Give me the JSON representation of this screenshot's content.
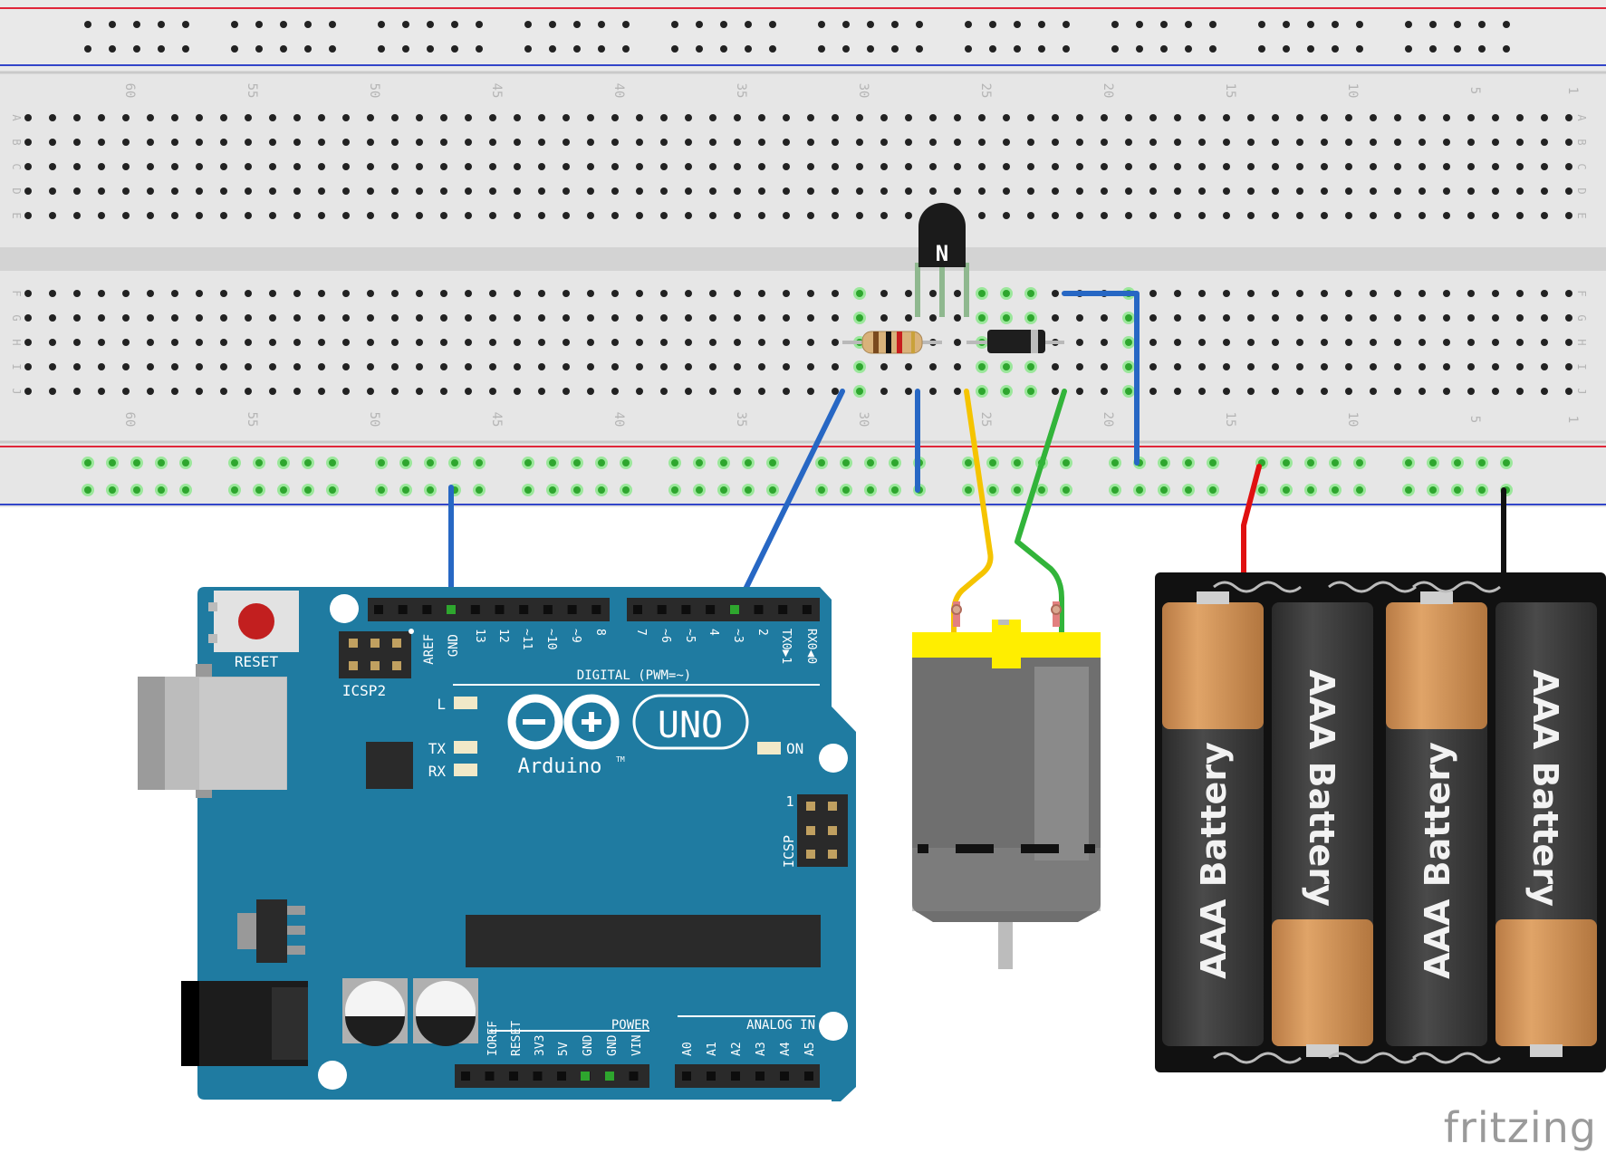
{
  "breadboard": {
    "column_numbers": [
      "60",
      "55",
      "50",
      "45",
      "40",
      "35",
      "30",
      "25",
      "20",
      "15",
      "10",
      "5",
      "1"
    ],
    "row_letters_top": [
      "A",
      "B",
      "C",
      "D",
      "E"
    ],
    "row_letters_bottom": [
      "F",
      "G",
      "H",
      "I",
      "J"
    ]
  },
  "transistor": {
    "marking": "N"
  },
  "arduino": {
    "reset_label": "RESET",
    "icsp2_label": "ICSP2",
    "icsp_label": "ICSP",
    "icsp_pin1": "1",
    "aref": "AREF",
    "gnd_top": "GND",
    "digital_pins": [
      "13",
      "12",
      "~11",
      "~10",
      "~9",
      "8",
      "7",
      "~6",
      "~5",
      "4",
      "~3",
      "2",
      "TX0▶1",
      "RX0◀0"
    ],
    "digital_label": "DIGITAL (PWM=~)",
    "led_l": "L",
    "led_tx": "TX",
    "led_rx": "RX",
    "led_on": "ON",
    "brand": "Arduino",
    "tm": "TM",
    "model": "UNO",
    "power_label": "POWER",
    "power_pins": [
      "IOREF",
      "RESET",
      "3V3",
      "5V",
      "GND",
      "GND",
      "VIN"
    ],
    "analog_label": "ANALOG IN",
    "analog_pins": [
      "A0",
      "A1",
      "A2",
      "A3",
      "A4",
      "A5"
    ]
  },
  "battery_pack": {
    "cells": [
      "AAA Battery",
      "AAA Battery",
      "AAA Battery",
      "AAA Battery"
    ]
  },
  "watermark": "fritzing",
  "colors": {
    "board": "#1f7ba1",
    "breadboard": "#e4e4e4",
    "wire_blue": "#2767c4",
    "wire_yellow": "#f5c400",
    "wire_green": "#32b43a",
    "wire_red": "#e01010",
    "motor_cap": "#ffee00"
  }
}
